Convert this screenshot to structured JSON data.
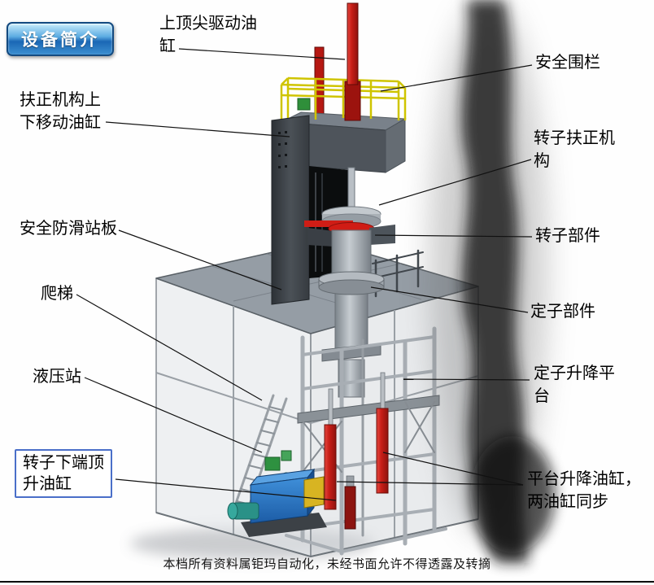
{
  "badge": {
    "label": "设备简介"
  },
  "labels": {
    "top_cylinder": "上顶尖驱动油\n缸",
    "safety_fence": "安全围栏",
    "centering_cylinder": "扶正机构上\n下移动油缸",
    "rotor_centering": "转子扶正机\n构",
    "antislip_platform": "安全防滑站板",
    "rotor_part": "转子部件",
    "ladder": "爬梯",
    "stator_part": "定子部件",
    "hydraulic_station": "液压站",
    "stator_lift_platform": "定子升降平\n台",
    "rotor_bottom_cylinder": "转子下端顶\n升油缸",
    "platform_lift_cylinder": "平台升降油缸，\n两油缸同步"
  },
  "footer": {
    "text": "本档所有资料属钜玛自动化，未经书面允许不得透露及转摘"
  },
  "colors": {
    "badge_blue": "#1a67b5",
    "cylinder_red": "#c81e17",
    "railing_yellow": "#cfc400",
    "hydraulic_blue": "#2472c8",
    "callout_line": "#111111",
    "cage_gray": "#9aa2aa"
  }
}
